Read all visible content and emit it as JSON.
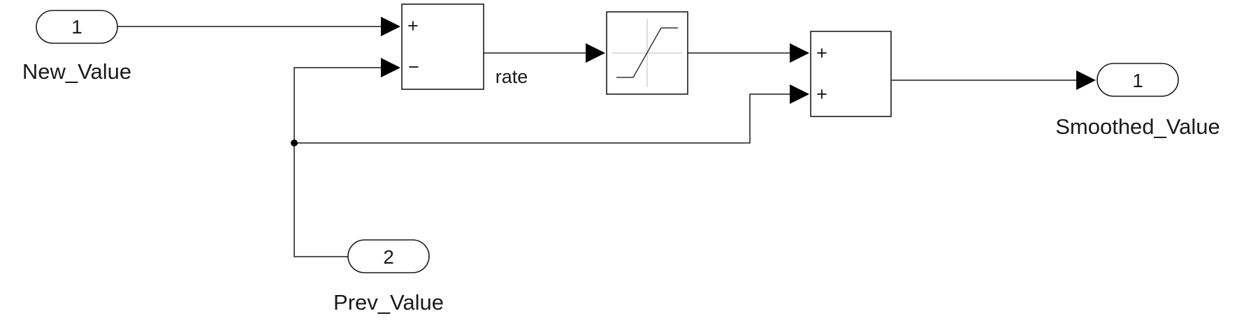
{
  "inports": [
    {
      "number": "1",
      "name": "New_Value"
    },
    {
      "number": "2",
      "name": "Prev_Value"
    }
  ],
  "outports": [
    {
      "number": "1",
      "name": "Smoothed_Value"
    }
  ],
  "subtract_block": {
    "signs": [
      "+",
      "−"
    ]
  },
  "add_block": {
    "signs": [
      "+",
      "+"
    ]
  },
  "saturation_block": {
    "icon": "saturation-icon"
  },
  "signals": {
    "rate": "rate"
  }
}
